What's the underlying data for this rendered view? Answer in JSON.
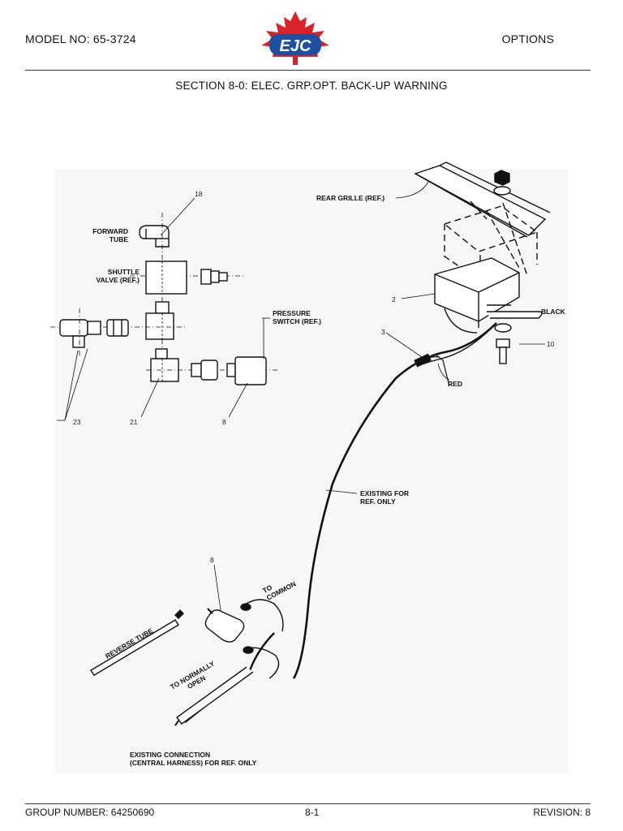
{
  "header": {
    "model_no": "MODEL NO: 65-3724",
    "section_name": "OPTIONS",
    "logo_text": "EJC"
  },
  "title": "SECTION 8-0: ELEC. GRP.OPT. BACK-UP WARNING",
  "diagram": {
    "labels": {
      "rear_grille": "REAR GRILLE (REF.)",
      "forward_tube_1": "FORWARD",
      "forward_tube_2": "TUBE",
      "shuttle_valve_1": "SHUTTLE",
      "shuttle_valve_2": "VALVE (REF.)",
      "pressure_switch_1": "PRESSURE",
      "pressure_switch_2": "SWITCH (REF.)",
      "black": "BLACK",
      "red": "RED",
      "existing_1": "EXISTING FOR",
      "existing_2": "REF. ONLY",
      "to_common_1": "TO",
      "to_common_2": "COMMON",
      "reverse_tube": "REVERSE TUBE",
      "normally_open_1": "TO NORMALLY",
      "normally_open_2": "OPEN",
      "existing_connection_1": "EXISTING CONNECTION",
      "existing_connection_2": "(CENTRAL HARNESS) FOR REF. ONLY"
    },
    "callouts": {
      "c18": "18",
      "c2": "2",
      "c3": "3",
      "c10": "10",
      "c23": "23",
      "c21": "21",
      "c8a": "8",
      "c8b": "8"
    }
  },
  "footer": {
    "group_number": "GROUP NUMBER: 64250690",
    "page": "8-1",
    "revision": "REVISION: 8"
  },
  "colors": {
    "logo_red": "#d8232a",
    "logo_blue": "#1f4fa0"
  }
}
